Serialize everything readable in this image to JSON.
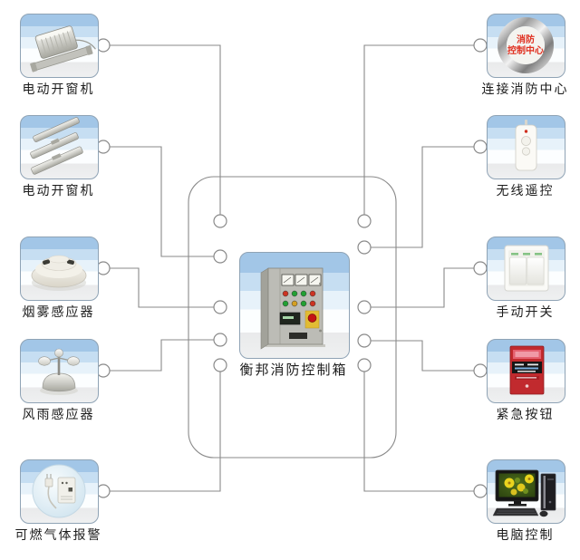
{
  "hub": {
    "label": "衡邦消防控制箱",
    "icon": "control-cabinet-icon"
  },
  "left_devices": [
    {
      "label": "电动开窗机",
      "icon": "window-opener-icon"
    },
    {
      "label": "电动开窗机",
      "icon": "window-rails-icon"
    },
    {
      "label": "烟雾感应器",
      "icon": "smoke-detector-icon"
    },
    {
      "label": "风雨感应器",
      "icon": "wind-rain-sensor-icon"
    },
    {
      "label": "可燃气体报警",
      "icon": "gas-alarm-icon"
    }
  ],
  "right_devices": [
    {
      "label": "连接消防中心",
      "icon": "fire-center-ring-icon",
      "ring_text_top": "消防",
      "ring_text_bottom": "控制中心"
    },
    {
      "label": "无线遥控",
      "icon": "remote-control-icon"
    },
    {
      "label": "手动开关",
      "icon": "manual-switch-icon"
    },
    {
      "label": "紧急按钮",
      "icon": "emergency-button-icon"
    },
    {
      "label": "电脑控制",
      "icon": "computer-icon"
    }
  ],
  "colors": {
    "wire": "#8a8a8a",
    "band_blue": "#a2c6e7",
    "ring_text_red": "#e03020",
    "emergency_red": "#c12a2e"
  }
}
